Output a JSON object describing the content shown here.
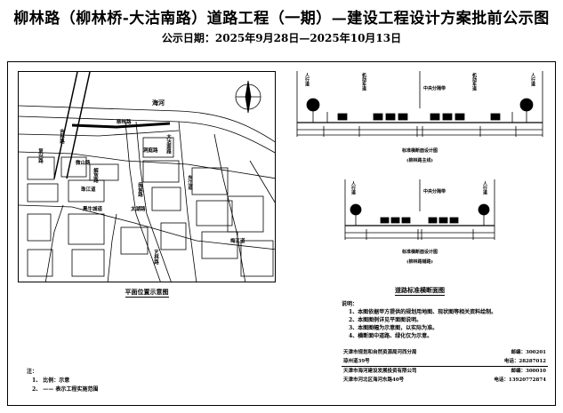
{
  "header": {
    "title": "柳林路（柳林桥-大沽南路）道路工程（一期）—建设工程设计方案批前公示图",
    "subtitle": "公示日期：2025年9月28日—2025年10月13日"
  },
  "map": {
    "caption": "平面位置示意图",
    "labels": {
      "river": "海河",
      "road_main": "柳林路",
      "road_1": "吉林路",
      "road_2": "复兴路",
      "road_3": "大沽南路",
      "road_4": "微山路",
      "road_5": "解放路",
      "road_6": "珠江道",
      "road_7": "黑牛城道",
      "road_8": "洞庭路",
      "road_9": "闽侯路",
      "road_10": "东江道",
      "road_11": "梅江道",
      "road_12": "太湖路",
      "road_13": "艺林路"
    }
  },
  "cross_section": {
    "caption": "道路标准横断面图",
    "section1_title": "标准横断面设计图",
    "section1_sub": "(柳林路主线)",
    "section2_title": "标准横断面设计图",
    "section2_sub": "(柳林路辅路)",
    "labels": {
      "sidewalk": "人行道",
      "motor": "机动车道",
      "median": "中央分隔带"
    }
  },
  "notes": {
    "heading": "说明：",
    "items": [
      "1、本图依据甲方提供的规划用地图、现状图等相关资料绘制。",
      "2、本图图例详见平面图说明。",
      "3、本图图幅为示意图，以实际为准。",
      "4、横断面中道路、绿化仅为示意。"
    ]
  },
  "contacts": [
    {
      "org": "天津市规划和自然资源局河西分局",
      "code_label": "邮编：",
      "code": "300201",
      "addr": "琼州道39号",
      "tel_label": "电话：",
      "tel": "28287012"
    },
    {
      "org": "天津市海河建设发展投资有限公司",
      "code_label": "邮编：",
      "code": "300010",
      "addr": "天津市河北区海河东路40号",
      "tel_label": "电话：",
      "tel": "13920772874"
    }
  ],
  "legend": {
    "heading": "注：",
    "items": [
      "1、 比例：示意",
      "2、 —— 表示工程实施范围"
    ]
  },
  "colors": {
    "ink": "#000000",
    "background": "#ffffff"
  }
}
